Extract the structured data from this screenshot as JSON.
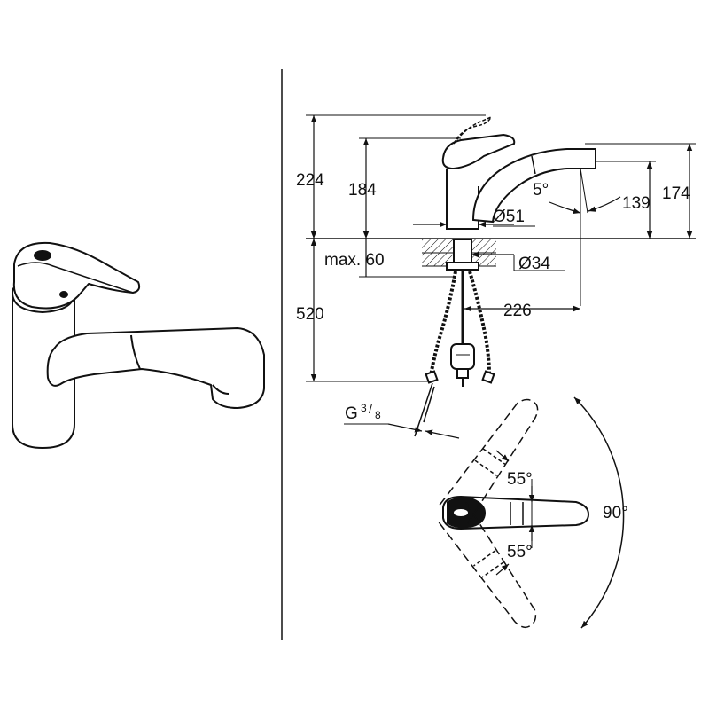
{
  "diagram": {
    "dimensions": {
      "h_224": "224",
      "h_184": "184",
      "h_174": "174",
      "h_139": "139",
      "angle_5": "5°",
      "dia_51": "Ø51",
      "max_60": "max. 60",
      "dia_34": "Ø34",
      "h_520": "520",
      "reach_226": "226",
      "thread_g": "G",
      "thread_num": "3",
      "thread_den": "8"
    },
    "rotation": {
      "angle_upper": "55°",
      "angle_lower": "55°",
      "angle_total": "90°"
    }
  }
}
